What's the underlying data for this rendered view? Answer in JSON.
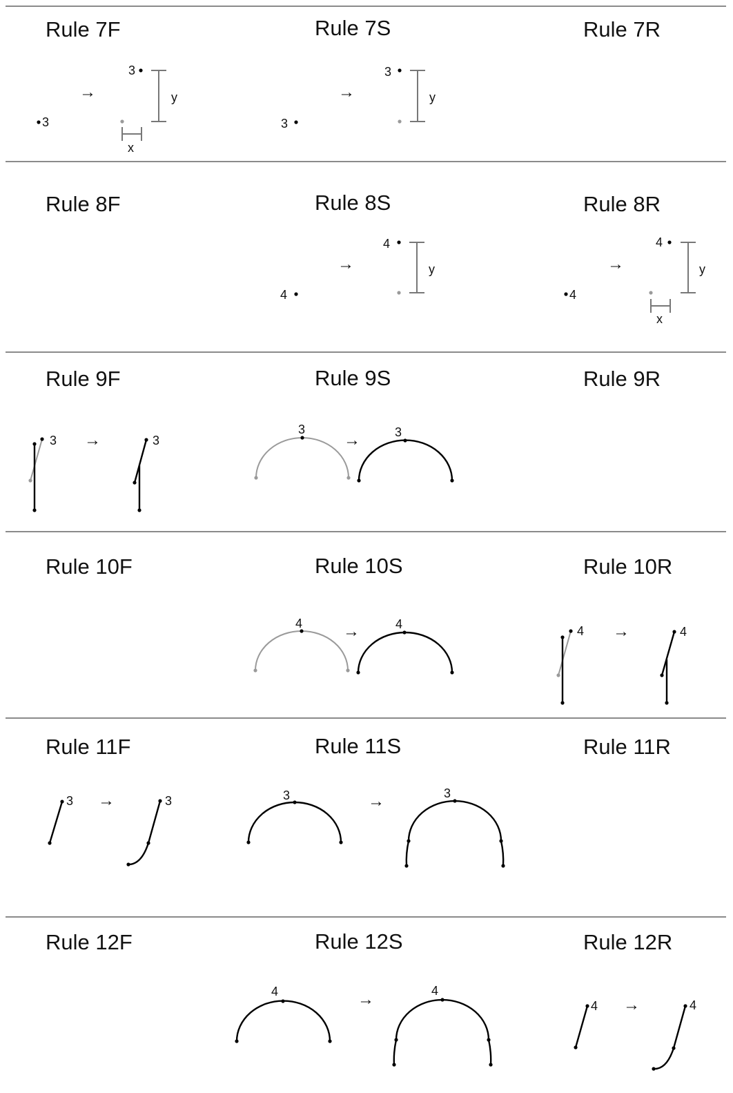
{
  "rules": [
    {
      "name": "Rule 7F"
    },
    {
      "name": "Rule 7S"
    },
    {
      "name": "Rule 7R"
    },
    {
      "name": "Rule 8F"
    },
    {
      "name": "Rule 8S"
    },
    {
      "name": "Rule 8R"
    },
    {
      "name": "Rule 9F"
    },
    {
      "name": "Rule 9S"
    },
    {
      "name": "Rule 9R"
    },
    {
      "name": "Rule 10F"
    },
    {
      "name": "Rule 10S"
    },
    {
      "name": "Rule 10R"
    },
    {
      "name": "Rule 11F"
    },
    {
      "name": "Rule 11S"
    },
    {
      "name": "Rule 11R"
    },
    {
      "name": "Rule 12F"
    },
    {
      "name": "Rule 12S"
    },
    {
      "name": "Rule 12R"
    }
  ],
  "labels": {
    "arrow": "→",
    "x": "x",
    "y": "y",
    "three": "3",
    "four": "4"
  },
  "colors": {
    "ink": "#000000",
    "grey": "#9a9a9a",
    "divider": "#8a8a8a"
  }
}
